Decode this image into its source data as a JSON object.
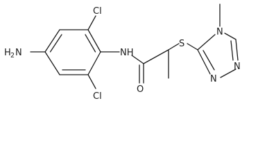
{
  "molecule": {
    "atoms": {
      "cl_top": "Cl",
      "cl_bottom": "Cl",
      "amine_n": "N",
      "amine_h": "H",
      "amine_sub": "2",
      "amide_nh": "NH",
      "carbonyl_o": "O",
      "sulfur": "S",
      "triazole_n4": "N",
      "triazole_n1": "N",
      "triazole_n2": "N"
    }
  }
}
